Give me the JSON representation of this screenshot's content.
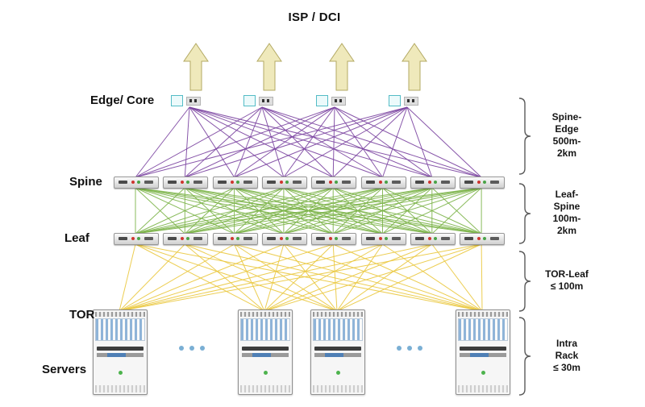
{
  "title": "ISP / DCI",
  "layer_labels": {
    "edge_core": "Edge/ Core",
    "spine": "Spine",
    "leaf": "Leaf",
    "tor": "TOR",
    "servers": "Servers"
  },
  "topology": {
    "edge_core_device_count": 4,
    "spine_switch_count": 8,
    "leaf_switch_count": 8,
    "server_rack_count": 4,
    "uplink_arrow_count": 4,
    "links": [
      {
        "from": "edge_core",
        "to": "spine",
        "mesh": "full"
      },
      {
        "from": "spine",
        "to": "leaf",
        "mesh": "full"
      },
      {
        "from": "leaf",
        "to": "tor",
        "mesh": "full"
      }
    ]
  },
  "distance_annotations": [
    {
      "lines": [
        "Spine-",
        "Edge",
        "500m-",
        "2km"
      ]
    },
    {
      "lines": [
        "Leaf-",
        "Spine",
        "100m-",
        "2km"
      ]
    },
    {
      "lines": [
        "TOR-Leaf",
        "≤ 100m"
      ]
    },
    {
      "lines": [
        "Intra",
        "Rack",
        "≤ 30m"
      ]
    }
  ],
  "colors": {
    "edge_spine_link": "#7a42a0",
    "spine_leaf_link": "#7cb449",
    "leaf_tor_link": "#eac83e",
    "arrow_fill": "#efe9bb",
    "arrow_stroke": "#b3a963",
    "bracket": "#5a5a5a"
  }
}
